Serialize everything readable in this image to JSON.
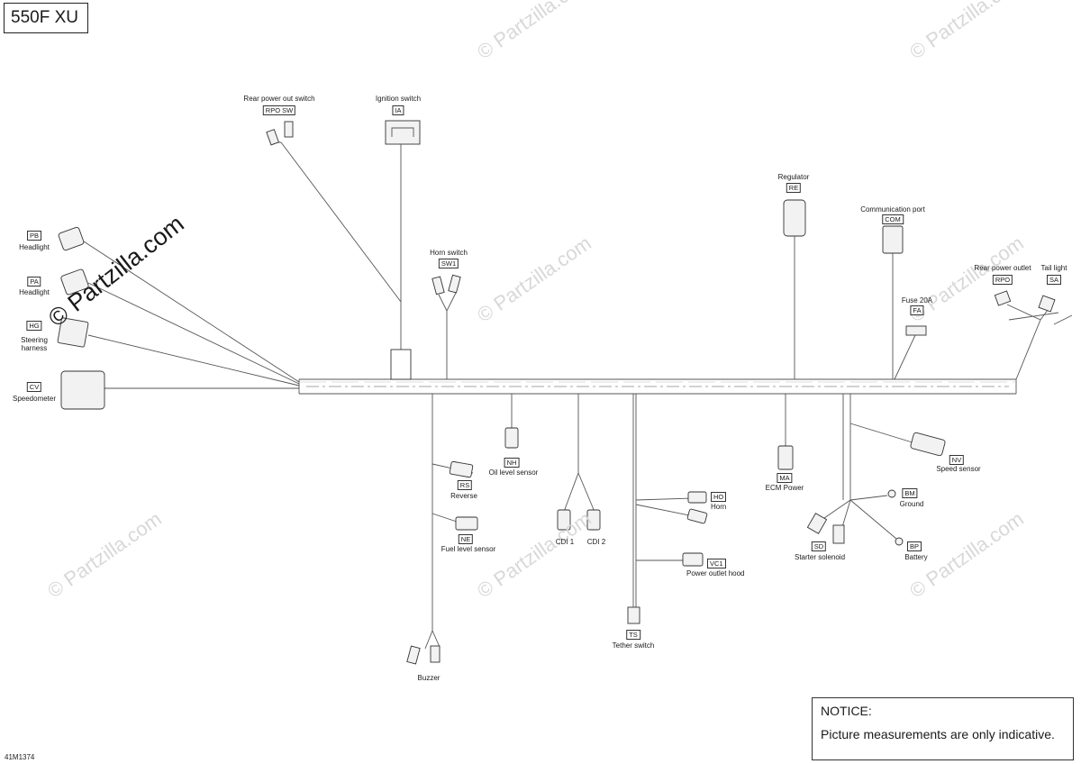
{
  "model": "550F XU",
  "doc_number": "41M1374",
  "watermark": "© Partzilla.com",
  "notice": {
    "title": "NOTICE:",
    "text": "Picture measurements are only indicative."
  },
  "components": {
    "rpo_sw": {
      "name": "Rear power out switch",
      "code": "RPO SW"
    },
    "ia": {
      "name": "Ignition switch",
      "code": "IA"
    },
    "sw1": {
      "name": "Horn switch",
      "code": "SW1"
    },
    "re": {
      "name": "Regulator",
      "code": "RE"
    },
    "com": {
      "name": "Communication port",
      "code": "COM"
    },
    "fa": {
      "name": "Fuse 20A",
      "code": "FA"
    },
    "rpo": {
      "name": "Rear power outlet",
      "code": "RPO"
    },
    "sa": {
      "name": "Tail light",
      "code": "SA"
    },
    "pb": {
      "name": "Headlight",
      "code": "PB"
    },
    "pa": {
      "name": "Headlight",
      "code": "PA"
    },
    "hg": {
      "name": "Steering\nharness",
      "code": "HG"
    },
    "cv": {
      "name": "Speedometer",
      "code": "CV"
    },
    "nh": {
      "name": "Oil level sensor",
      "code": "NH"
    },
    "rs": {
      "name": "Reverse",
      "code": "RS"
    },
    "ne": {
      "name": "Fuel level sensor",
      "code": "NE"
    },
    "cdi1": {
      "name": "CDI 1"
    },
    "cdi2": {
      "name": "CDI 2"
    },
    "ho": {
      "name": "Horn",
      "code": "HO"
    },
    "vc1": {
      "name": "Power outlet hood",
      "code": "VC1"
    },
    "ts": {
      "name": "Tether switch",
      "code": "TS"
    },
    "buzzer": {
      "name": "Buzzer"
    },
    "ma": {
      "name": "ECM Power",
      "code": "MA"
    },
    "nv": {
      "name": "Speed sensor",
      "code": "NV"
    },
    "bm": {
      "name": "Ground",
      "code": "BM"
    },
    "sd": {
      "name": "Starter solenoid",
      "code": "SD"
    },
    "bp": {
      "name": "Battery",
      "code": "BP"
    }
  }
}
